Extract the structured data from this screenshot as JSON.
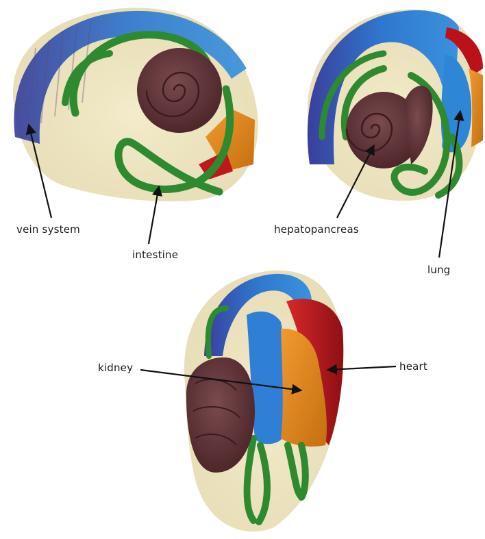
{
  "labels": {
    "vein_system": "vein system",
    "intestine": "intestine",
    "hepatopancreas": "hepatopancreas",
    "lung": "lung",
    "kidney": "kidney",
    "heart": "heart"
  },
  "colors": {
    "shell": "#e9dfb4",
    "vein": "#2f6fc8",
    "vein_dark": "#3d3a8f",
    "intestine": "#2d8a2f",
    "hepatopancreas": "#5b2e33",
    "kidney": "#e0861f",
    "heart": "#c0161c",
    "arrow": "#111111"
  }
}
